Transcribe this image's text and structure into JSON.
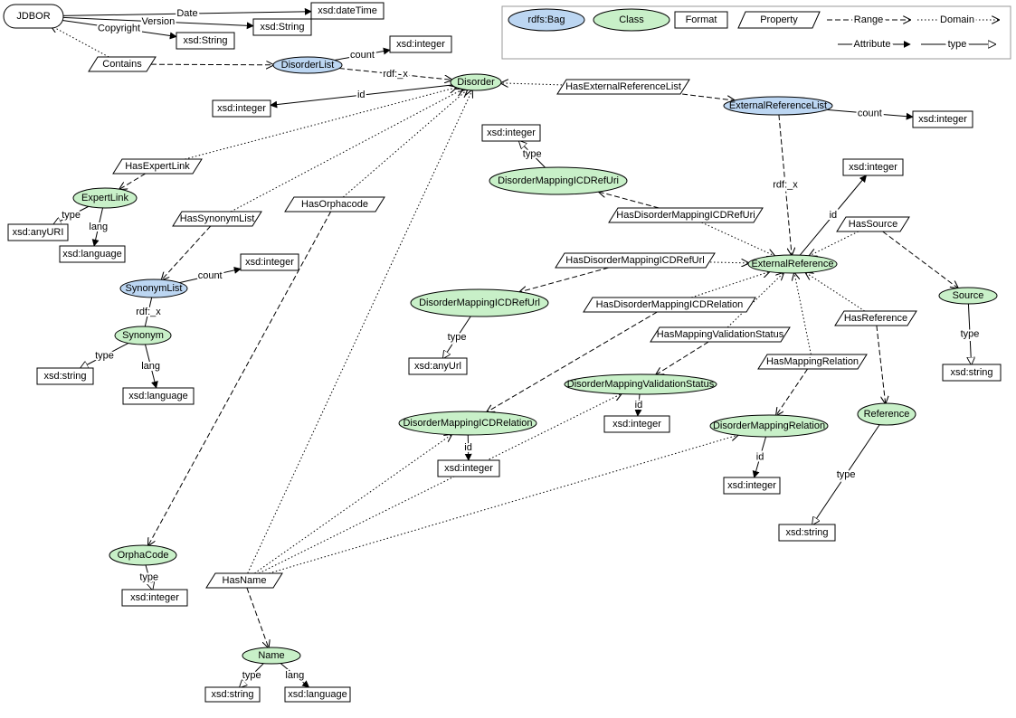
{
  "legend": {
    "bag": "rdfs:Bag",
    "class": "Class",
    "format": "Format",
    "property": "Property",
    "range": "Range",
    "domain": "Domain",
    "attribute": "Attribute",
    "type": "type"
  },
  "colors": {
    "class_fill": "#c8f0c8",
    "bag_fill": "#bcd6f2",
    "stroke": "#000000"
  },
  "nodes": [
    {
      "id": "jdbor",
      "kind": "start",
      "label": "JDBOR"
    },
    {
      "id": "xsd_datetime",
      "kind": "format",
      "label": "xsd:dateTime"
    },
    {
      "id": "xsd_string_version",
      "kind": "format",
      "label": "xsd:String"
    },
    {
      "id": "xsd_string_copyright",
      "kind": "format",
      "label": "xsd:String"
    },
    {
      "id": "contains",
      "kind": "property",
      "label": "Contains"
    },
    {
      "id": "disorderlist",
      "kind": "bag",
      "label": "DisorderList"
    },
    {
      "id": "xsd_int_dlcount",
      "kind": "format",
      "label": "xsd:integer"
    },
    {
      "id": "disorder",
      "kind": "class",
      "label": "Disorder"
    },
    {
      "id": "xsd_int_did",
      "kind": "format",
      "label": "xsd:integer"
    },
    {
      "id": "hasexternalreferencelist",
      "kind": "property",
      "label": "HasExternalReferenceList"
    },
    {
      "id": "externalreferencelist",
      "kind": "bag",
      "label": "ExternalReferenceList"
    },
    {
      "id": "xsd_int_erlcount",
      "kind": "format",
      "label": "xsd:integer"
    },
    {
      "id": "hasexpertlink",
      "kind": "property",
      "label": "HasExpertLink"
    },
    {
      "id": "expertlink",
      "kind": "class",
      "label": "ExpertLink"
    },
    {
      "id": "xsd_anyuri",
      "kind": "format",
      "label": "xsd:anyURI"
    },
    {
      "id": "xsd_language_el",
      "kind": "format",
      "label": "xsd:language"
    },
    {
      "id": "hassynonymlist",
      "kind": "property",
      "label": "HasSynonymList"
    },
    {
      "id": "hasorphacode",
      "kind": "property",
      "label": "HasOrphacode"
    },
    {
      "id": "synonymlist",
      "kind": "bag",
      "label": "SynonymList"
    },
    {
      "id": "xsd_int_slcount",
      "kind": "format",
      "label": "xsd:integer"
    },
    {
      "id": "synonym",
      "kind": "class",
      "label": "Synonym"
    },
    {
      "id": "xsd_string_syn",
      "kind": "format",
      "label": "xsd:string"
    },
    {
      "id": "xsd_language_syn",
      "kind": "format",
      "label": "xsd:language"
    },
    {
      "id": "xsd_int_uritype",
      "kind": "format",
      "label": "xsd:integer"
    },
    {
      "id": "dmuri",
      "kind": "class",
      "label": "DisorderMappingICDRefUri"
    },
    {
      "id": "hasdmuri",
      "kind": "property",
      "label": "HasDisorderMappingICDRefUri"
    },
    {
      "id": "hasdmurl",
      "kind": "property",
      "label": "HasDisorderMappingICDRefUrl"
    },
    {
      "id": "dmurl",
      "kind": "class",
      "label": "DisorderMappingICDRefUrl"
    },
    {
      "id": "xsd_anyurl",
      "kind": "format",
      "label": "xsd:anyUrl"
    },
    {
      "id": "extref",
      "kind": "class",
      "label": "ExternalReference"
    },
    {
      "id": "xsd_int_erid",
      "kind": "format",
      "label": "xsd:integer"
    },
    {
      "id": "hassource",
      "kind": "property",
      "label": "HasSource"
    },
    {
      "id": "source",
      "kind": "class",
      "label": "Source"
    },
    {
      "id": "xsd_string_src",
      "kind": "format",
      "label": "xsd:string"
    },
    {
      "id": "hasdmrelation",
      "kind": "property",
      "label": "HasDisorderMappingICDRelation"
    },
    {
      "id": "hasmvstatus",
      "kind": "property",
      "label": "HasMappingValidationStatus"
    },
    {
      "id": "hasreference",
      "kind": "property",
      "label": "HasReference"
    },
    {
      "id": "hasmaprelation",
      "kind": "property",
      "label": "HasMappingRelation"
    },
    {
      "id": "dmvstatus",
      "kind": "class",
      "label": "DisorderMappingValidationStatus"
    },
    {
      "id": "xsd_int_vs",
      "kind": "format",
      "label": "xsd:integer"
    },
    {
      "id": "dmicdrel",
      "kind": "class",
      "label": "DisorderMappingICDRelation"
    },
    {
      "id": "xsd_int_icdrel",
      "kind": "format",
      "label": "xsd:integer"
    },
    {
      "id": "dmrel",
      "kind": "class",
      "label": "DisorderMappingRelation"
    },
    {
      "id": "xsd_int_dmrel",
      "kind": "format",
      "label": "xsd:integer"
    },
    {
      "id": "reference",
      "kind": "class",
      "label": "Reference"
    },
    {
      "id": "xsd_string_ref",
      "kind": "format",
      "label": "xsd:string"
    },
    {
      "id": "orphacode",
      "kind": "class",
      "label": "OrphaCode"
    },
    {
      "id": "xsd_int_orpha",
      "kind": "format",
      "label": "xsd:integer"
    },
    {
      "id": "hasname",
      "kind": "property",
      "label": "HasName"
    },
    {
      "id": "name",
      "kind": "class",
      "label": "Name"
    },
    {
      "id": "xsd_string_name",
      "kind": "format",
      "label": "xsd:string"
    },
    {
      "id": "xsd_language_name",
      "kind": "format",
      "label": "xsd:language"
    }
  ],
  "edges": [
    {
      "from": "jdbor",
      "to": "xsd_datetime",
      "style": "attribute",
      "label": "Date"
    },
    {
      "from": "jdbor",
      "to": "xsd_string_version",
      "style": "attribute",
      "label": "Version"
    },
    {
      "from": "jdbor",
      "to": "xsd_string_copyright",
      "style": "attribute",
      "label": "Copyright"
    },
    {
      "from": "contains",
      "to": "jdbor",
      "style": "domain",
      "label": ""
    },
    {
      "from": "contains",
      "to": "disorderlist",
      "style": "range",
      "label": ""
    },
    {
      "from": "disorderlist",
      "to": "xsd_int_dlcount",
      "style": "attribute",
      "label": "count"
    },
    {
      "from": "disorderlist",
      "to": "disorder",
      "style": "range",
      "label": "rdf:_x"
    },
    {
      "from": "disorder",
      "to": "xsd_int_did",
      "style": "attribute",
      "label": "id"
    },
    {
      "from": "hasexternalreferencelist",
      "to": "disorder",
      "style": "domain",
      "label": ""
    },
    {
      "from": "hasexternalreferencelist",
      "to": "externalreferencelist",
      "style": "range",
      "label": ""
    },
    {
      "from": "externalreferencelist",
      "to": "xsd_int_erlcount",
      "style": "attribute",
      "label": "count"
    },
    {
      "from": "externalreferencelist",
      "to": "extref",
      "style": "range",
      "label": "rdf:_x"
    },
    {
      "from": "hasexpertlink",
      "to": "disorder",
      "style": "domain",
      "label": ""
    },
    {
      "from": "hasexpertlink",
      "to": "expertlink",
      "style": "range",
      "label": ""
    },
    {
      "from": "expertlink",
      "to": "xsd_anyuri",
      "style": "type",
      "label": "type"
    },
    {
      "from": "expertlink",
      "to": "xsd_language_el",
      "style": "attribute",
      "label": "lang"
    },
    {
      "from": "hassynonymlist",
      "to": "disorder",
      "style": "domain",
      "label": ""
    },
    {
      "from": "hassynonymlist",
      "to": "synonymlist",
      "style": "range",
      "label": ""
    },
    {
      "from": "hasorphacode",
      "to": "disorder",
      "style": "domain",
      "label": ""
    },
    {
      "from": "hasorphacode",
      "to": "orphacode",
      "style": "range",
      "label": ""
    },
    {
      "from": "synonymlist",
      "to": "xsd_int_slcount",
      "style": "attribute",
      "label": "count"
    },
    {
      "from": "synonymlist",
      "to": "synonym",
      "style": "plain",
      "label": "rdf:_x"
    },
    {
      "from": "synonym",
      "to": "xsd_string_syn",
      "style": "type",
      "label": "type"
    },
    {
      "from": "synonym",
      "to": "xsd_language_syn",
      "style": "attribute",
      "label": "lang"
    },
    {
      "from": "dmuri",
      "to": "xsd_int_uritype",
      "style": "type",
      "label": "type"
    },
    {
      "from": "hasdmuri",
      "to": "extref",
      "style": "domain",
      "label": ""
    },
    {
      "from": "hasdmuri",
      "to": "dmuri",
      "style": "range",
      "label": ""
    },
    {
      "from": "hasdmurl",
      "to": "extref",
      "style": "domain",
      "label": ""
    },
    {
      "from": "hasdmurl",
      "to": "dmurl",
      "style": "range",
      "label": ""
    },
    {
      "from": "dmurl",
      "to": "xsd_anyurl",
      "style": "type",
      "label": "type"
    },
    {
      "from": "extref",
      "to": "xsd_int_erid",
      "style": "attribute",
      "label": "id"
    },
    {
      "from": "hassource",
      "to": "extref",
      "style": "domain",
      "label": ""
    },
    {
      "from": "hassource",
      "to": "source",
      "style": "range",
      "label": ""
    },
    {
      "from": "source",
      "to": "xsd_string_src",
      "style": "type",
      "label": "type"
    },
    {
      "from": "hasdmrelation",
      "to": "extref",
      "style": "domain",
      "label": ""
    },
    {
      "from": "hasdmrelation",
      "to": "dmicdrel",
      "style": "range",
      "label": ""
    },
    {
      "from": "hasmvstatus",
      "to": "extref",
      "style": "domain",
      "label": ""
    },
    {
      "from": "hasmvstatus",
      "to": "dmvstatus",
      "style": "range",
      "label": ""
    },
    {
      "from": "hasreference",
      "to": "extref",
      "style": "domain",
      "label": ""
    },
    {
      "from": "hasreference",
      "to": "reference",
      "style": "range",
      "label": ""
    },
    {
      "from": "hasmaprelation",
      "to": "extref",
      "style": "domain",
      "label": ""
    },
    {
      "from": "hasmaprelation",
      "to": "dmrel",
      "style": "range",
      "label": ""
    },
    {
      "from": "dmvstatus",
      "to": "xsd_int_vs",
      "style": "attribute",
      "label": "id"
    },
    {
      "from": "dmicdrel",
      "to": "xsd_int_icdrel",
      "style": "attribute",
      "label": "id"
    },
    {
      "from": "dmrel",
      "to": "xsd_int_dmrel",
      "style": "attribute",
      "label": "id"
    },
    {
      "from": "reference",
      "to": "xsd_string_ref",
      "style": "type",
      "label": "type"
    },
    {
      "from": "orphacode",
      "to": "xsd_int_orpha",
      "style": "type",
      "label": "type"
    },
    {
      "from": "hasname",
      "to": "disorder",
      "style": "domain",
      "label": ""
    },
    {
      "from": "hasname",
      "to": "dmicdrel",
      "style": "domain",
      "label": ""
    },
    {
      "from": "hasname",
      "to": "dmrel",
      "style": "domain",
      "label": ""
    },
    {
      "from": "hasname",
      "to": "dmvstatus",
      "style": "domain",
      "label": ""
    },
    {
      "from": "hasname",
      "to": "name",
      "style": "range",
      "label": ""
    },
    {
      "from": "name",
      "to": "xsd_string_name",
      "style": "type",
      "label": "type"
    },
    {
      "from": "name",
      "to": "xsd_language_name",
      "style": "attribute",
      "label": "lang"
    }
  ]
}
